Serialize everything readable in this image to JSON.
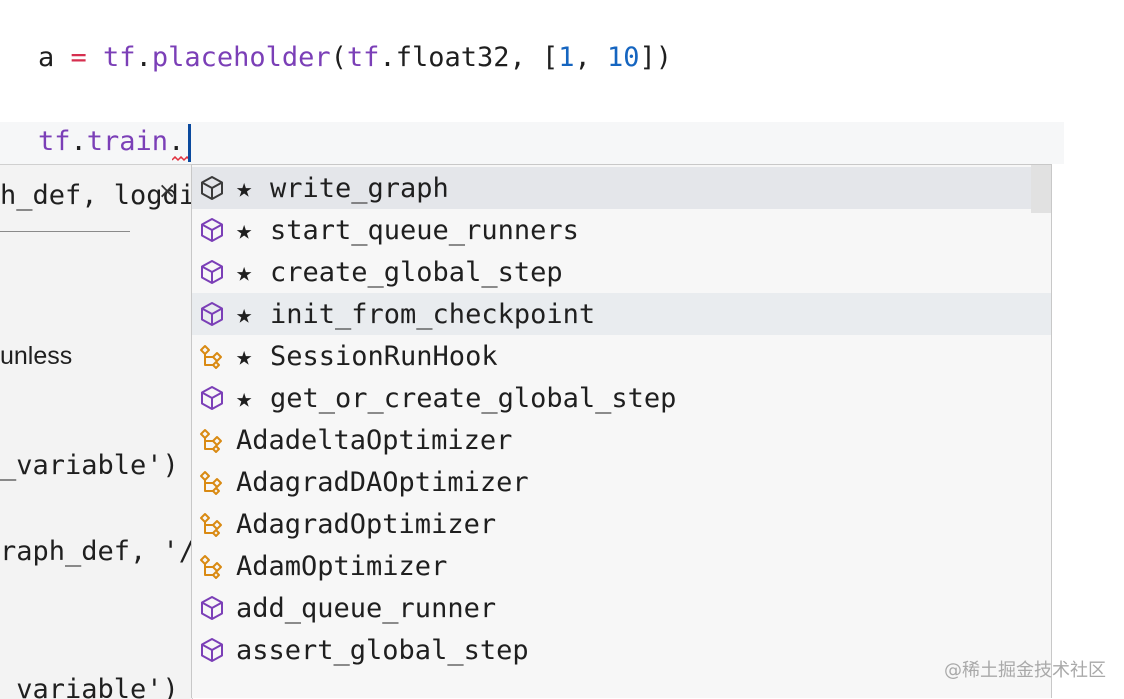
{
  "editor": {
    "line1": {
      "a": "a",
      "eq": " = ",
      "mod": "tf",
      "dot": ".",
      "fn": "placeholder",
      "open": "(",
      "mod2": "tf",
      "dot2": ".",
      "arg": "float32, [",
      "num1": "1",
      "sep": ", ",
      "num2": "10",
      "close": "])"
    },
    "line2": {
      "mod": "tf",
      "dot": ".",
      "attr": "train",
      "dot2": "."
    }
  },
  "hint_panel": {
    "signature": "h_def, logdi",
    "close_glyph": "×",
    "line_unless": "unless",
    "line_var1": "_variable')",
    "line_graph": "raph_def, '/",
    "line_var2": "_variable')"
  },
  "suggestions": [
    {
      "icon": "cube-icon",
      "star": "★",
      "label": "write_graph"
    },
    {
      "icon": "cube-icon",
      "star": "★",
      "label": "start_queue_runners"
    },
    {
      "icon": "cube-icon",
      "star": "★",
      "label": "create_global_step"
    },
    {
      "icon": "cube-icon",
      "star": "★",
      "label": "init_from_checkpoint"
    },
    {
      "icon": "class-icon",
      "star": "★",
      "label": "SessionRunHook"
    },
    {
      "icon": "cube-icon",
      "star": "★",
      "label": "get_or_create_global_step"
    },
    {
      "icon": "class-icon",
      "star": "",
      "label": "AdadeltaOptimizer"
    },
    {
      "icon": "class-icon",
      "star": "",
      "label": "AdagradDAOptimizer"
    },
    {
      "icon": "class-icon",
      "star": "",
      "label": "AdagradOptimizer"
    },
    {
      "icon": "class-icon",
      "star": "",
      "label": "AdamOptimizer"
    },
    {
      "icon": "cube-icon",
      "star": "",
      "label": "add_queue_runner"
    },
    {
      "icon": "cube-icon",
      "star": "",
      "label": "assert_global_step"
    }
  ],
  "watermark": "@稀土掘金技术社区",
  "colors": {
    "method_icon": "#7b3fb7",
    "class_icon": "#d98a13",
    "selected_row": "#e4e6ea",
    "hover_row": "#e9ecef",
    "cursor": "#0b4a9e"
  }
}
